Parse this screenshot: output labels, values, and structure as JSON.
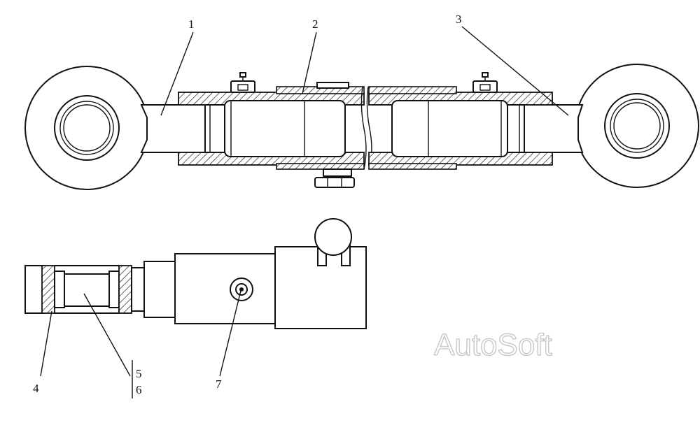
{
  "callouts": {
    "c1": "1",
    "c2": "2",
    "c3": "3",
    "c4": "4",
    "c5": "5",
    "c6": "6",
    "c7": "7"
  },
  "watermark": "AutoSoft",
  "colors": {
    "line": "#111111",
    "watermark": "#c4c4c4",
    "background": "#ffffff"
  }
}
